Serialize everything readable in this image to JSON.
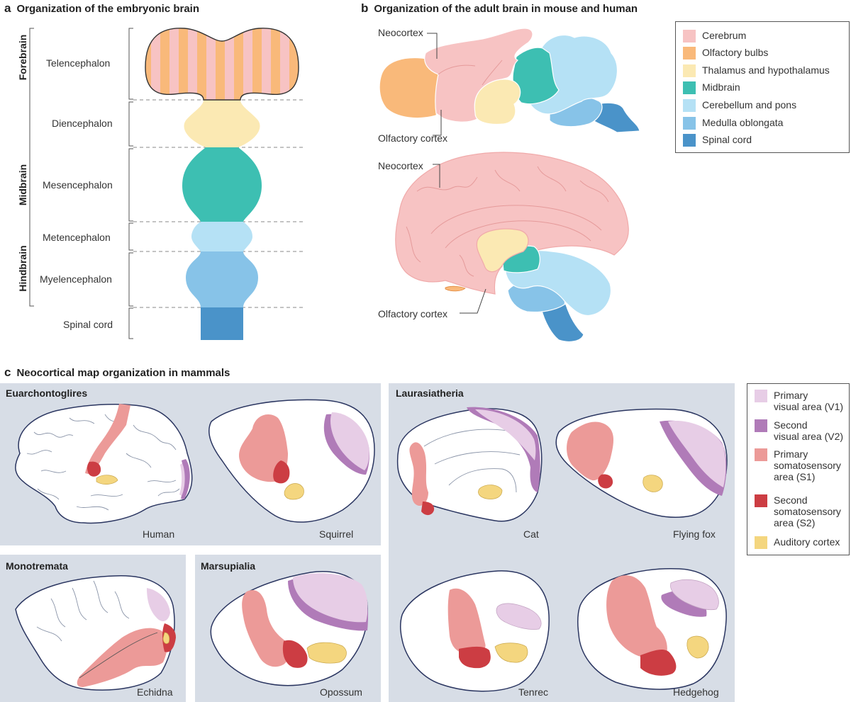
{
  "panel_a": {
    "letter": "a",
    "title": "Organization of the embryonic brain",
    "groups": [
      "Forebrain",
      "Midbrain",
      "Hindbrain"
    ],
    "regions": [
      "Telencephalon",
      "Diencephalon",
      "Mesencephalon",
      "Metencephalon",
      "Myelencephalon",
      "Spinal cord"
    ]
  },
  "panel_b": {
    "letter": "b",
    "title": "Organization of the adult brain in mouse and human",
    "mouse_labels": {
      "neocortex": "Neocortex",
      "olfactory": "Olfactory cortex"
    },
    "human_labels": {
      "neocortex": "Neocortex",
      "olfactory": "Olfactory cortex"
    },
    "legend": [
      {
        "label": "Cerebrum",
        "color": "#f7c3c3"
      },
      {
        "label": "Olfactory bulbs",
        "color": "#f9b97a"
      },
      {
        "label": "Thalamus and hypothalamus",
        "color": "#fbe9b3"
      },
      {
        "label": "Midbrain",
        "color": "#3dbfb2"
      },
      {
        "label": "Cerebellum and pons",
        "color": "#b5e1f5"
      },
      {
        "label": "Medulla oblongata",
        "color": "#87c3e8"
      },
      {
        "label": "Spinal cord",
        "color": "#4a93c9"
      }
    ]
  },
  "panel_c": {
    "letter": "c",
    "title": "Neocortical map organization in mammals",
    "groups": {
      "euarchontoglires": "Euarchontoglires",
      "laurasiatheria": "Laurasiatheria",
      "monotremata": "Monotremata",
      "marsupialia": "Marsupialia"
    },
    "species": {
      "human": "Human",
      "squirrel": "Squirrel",
      "cat": "Cat",
      "flying_fox": "Flying fox",
      "echidna": "Echidna",
      "opossum": "Opossum",
      "tenrec": "Tenrec",
      "hedgehog": "Hedgehog"
    },
    "legend": [
      {
        "lines": [
          "Primary",
          "visual area (V1)"
        ],
        "color": "#e7cde6"
      },
      {
        "lines": [
          "Second",
          "visual area (V2)"
        ],
        "color": "#b07bb8"
      },
      {
        "lines": [
          "Primary",
          "somatosensory",
          "area (S1)"
        ],
        "color": "#ec9a98"
      },
      {
        "lines": [
          "Second",
          "somatosensory",
          "area (S2)"
        ],
        "color": "#cc3d43"
      },
      {
        "lines": [
          "Auditory cortex"
        ],
        "color": "#f4d67f"
      }
    ]
  }
}
